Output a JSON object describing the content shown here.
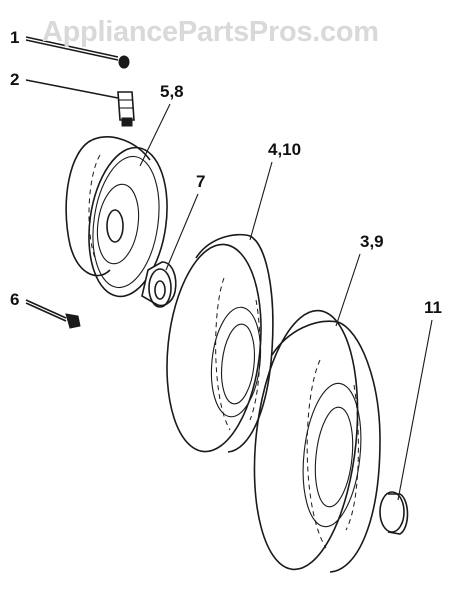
{
  "watermark": "AppliancePartsPros.com",
  "callouts": {
    "c1": "1",
    "c2": "2",
    "c5_8": "5,8",
    "c7": "7",
    "c4_10": "4,10",
    "c3_9": "3,9",
    "c6": "6",
    "c11": "11"
  }
}
